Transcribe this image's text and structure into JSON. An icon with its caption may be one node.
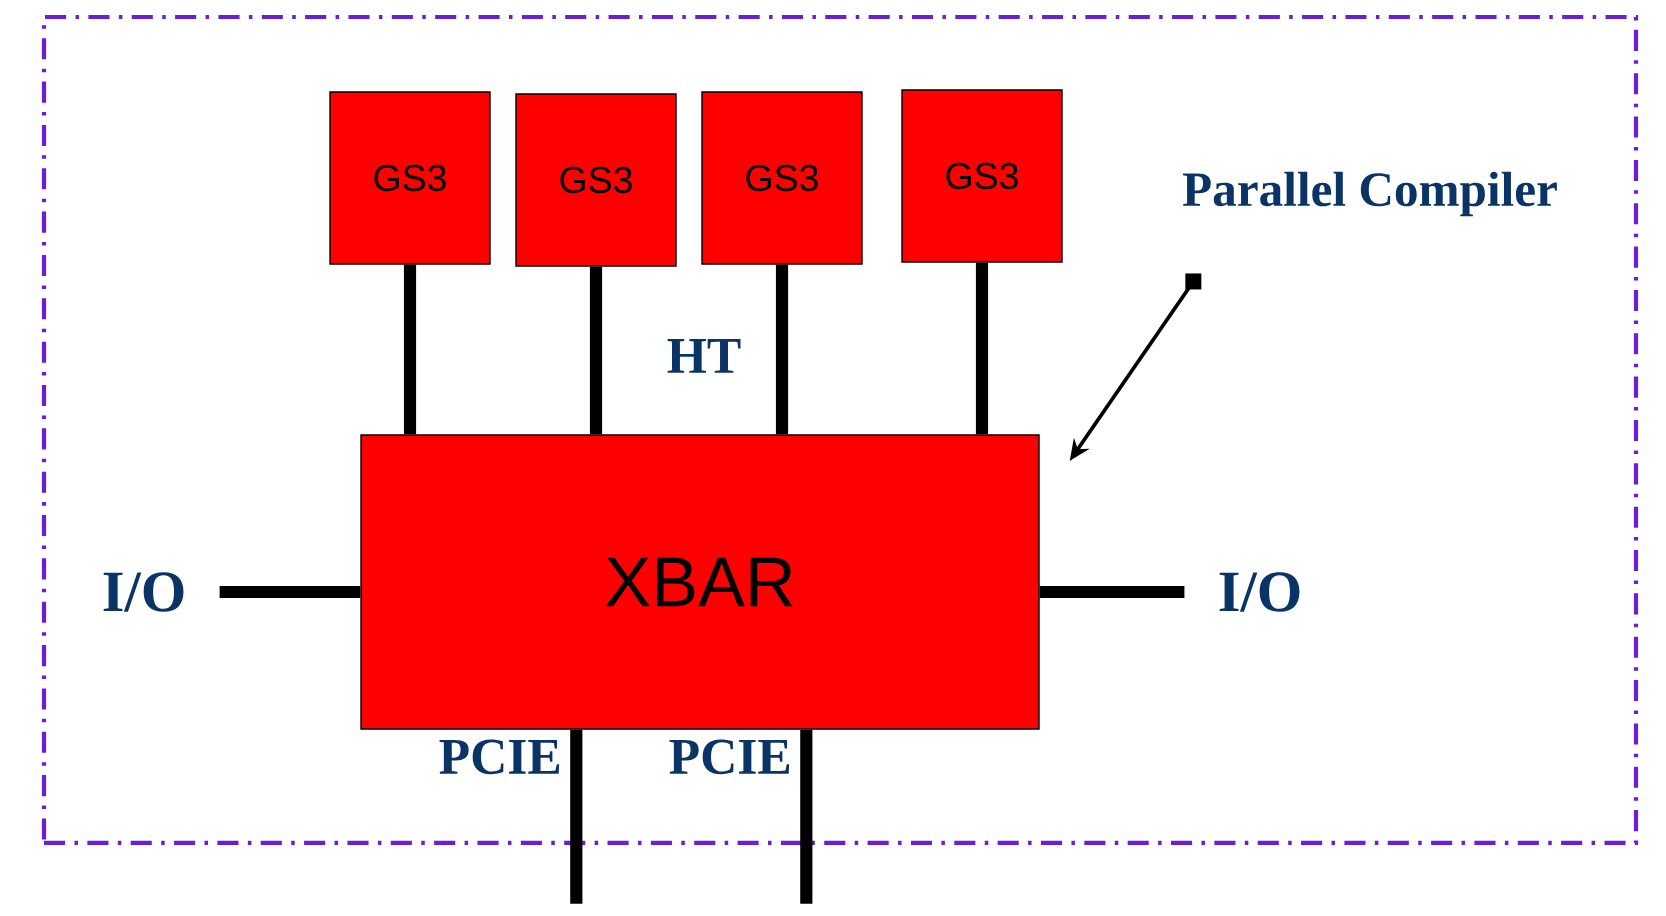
{
  "diagram": {
    "nodes": [
      {
        "text": [],
        "shape": "box"
      },
      {
        "text": [
          "GS3"
        ],
        "in": 0
      },
      {
        "text": [
          "GS3"
        ],
        "in": 0
      },
      {
        "text": [
          "GS3"
        ],
        "in": 0
      },
      {
        "text": [
          "GS3"
        ],
        "in": 0
      },
      {
        "text": [
          "XBAR"
        ],
        "in": 0
      },
      {
        "text": [
          "I/O"
        ],
        "in": 0
      },
      {
        "text": [
          "I/O"
        ],
        "in": 0
      },
      {
        "text": [
          "Parallel Compiler"
        ],
        "in": 0
      }
    ],
    "edges": [
      {
        "from": 1,
        "to": 5,
        "arrow": "none"
      },
      {
        "from": 2,
        "to": 5,
        "arrow": "none"
      },
      {
        "from": 3,
        "to": 5,
        "arrow": "none"
      },
      {
        "from": 4,
        "to": 5,
        "arrow": "none"
      },
      {
        "from": 6,
        "to": 5,
        "arrow": "none"
      },
      {
        "from": 5,
        "to": 7,
        "arrow": "none"
      },
      {
        "from": 8,
        "to": 5,
        "arrow": "to"
      },
      {
        "from": 5,
        "to": null,
        "arrow": "none",
        "label": "PCIE"
      },
      {
        "from": 5,
        "to": null,
        "arrow": "none",
        "label": "PCIE"
      }
    ],
    "labels": [
      "HT"
    ]
  }
}
